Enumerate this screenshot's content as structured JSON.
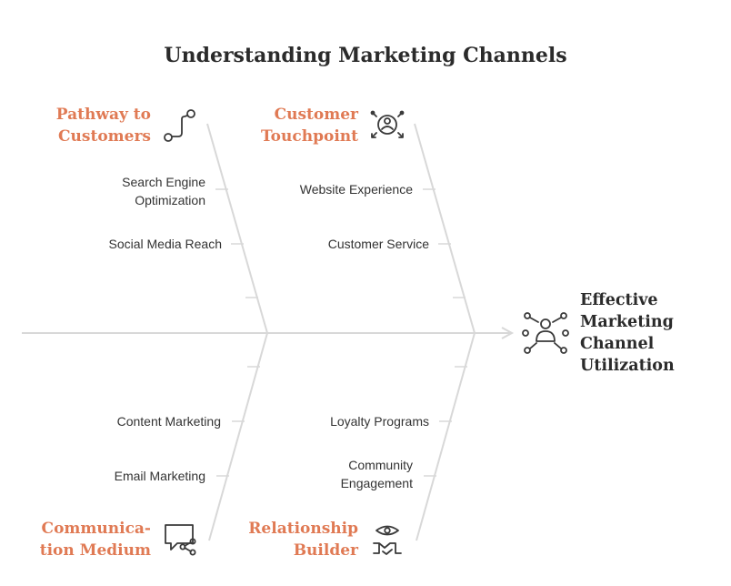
{
  "title": "Understanding Marketing Channels",
  "colors": {
    "accent": "#e07a54",
    "text": "#2b2b2b",
    "line": "#d8d8d8"
  },
  "effect": {
    "lines": [
      "Effective",
      "Marketing",
      "Channel",
      "Utilization"
    ],
    "icon": "people-network-icon"
  },
  "categories": [
    {
      "lines": [
        "Pathway to",
        "Customers"
      ],
      "icon": "route-path-icon",
      "causes": [
        [
          "Search Engine",
          "Optimization"
        ],
        [
          "Social Media Reach"
        ]
      ]
    },
    {
      "lines": [
        "Customer",
        "Touchpoint"
      ],
      "icon": "user-target-icon",
      "causes": [
        [
          "Website Experience"
        ],
        [
          "Customer Service"
        ]
      ]
    },
    {
      "lines": [
        "Communica-",
        "tion Medium"
      ],
      "icon": "chat-share-icon",
      "causes": [
        [
          "Content Marketing"
        ],
        [
          "Email Marketing"
        ]
      ]
    },
    {
      "lines": [
        "Relationship",
        "Builder"
      ],
      "icon": "handshake-eye-icon",
      "causes": [
        [
          "Loyalty Programs"
        ],
        [
          "Community",
          "Engagement"
        ]
      ]
    }
  ]
}
